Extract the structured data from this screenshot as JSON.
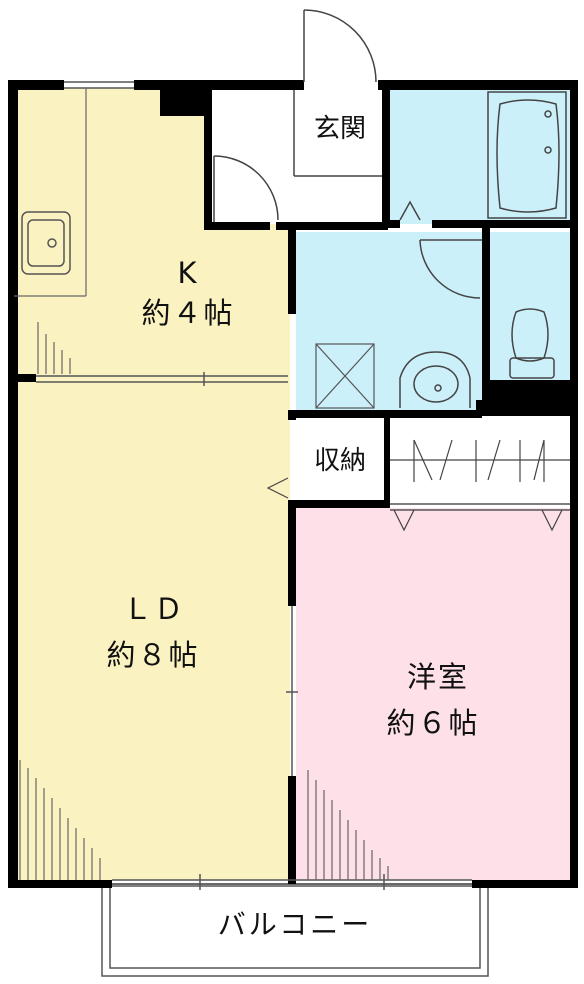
{
  "plan": {
    "colors": {
      "kitchen_ld": "#fbf2c2",
      "western_room": "#fde0e8",
      "wet_area": "#ccf0fa",
      "wall": "#000000",
      "entrance_floor": "#ffffff",
      "line": "#555555"
    },
    "rooms": {
      "kitchen": {
        "name": "K",
        "size": "約４帖"
      },
      "ld": {
        "name": "ＬＤ",
        "size": "約８帖"
      },
      "western": {
        "name": "洋室",
        "size": "約６帖"
      },
      "entrance": {
        "name": "玄関"
      },
      "storage": {
        "name": "収納"
      },
      "balcony": {
        "name": "バルコニー"
      }
    },
    "fixtures": [
      "kitchen-sink-icon",
      "bathtub-icon",
      "toilet-icon",
      "washbasin-icon",
      "washing-machine-pan-icon",
      "closet-doors-icon"
    ]
  }
}
